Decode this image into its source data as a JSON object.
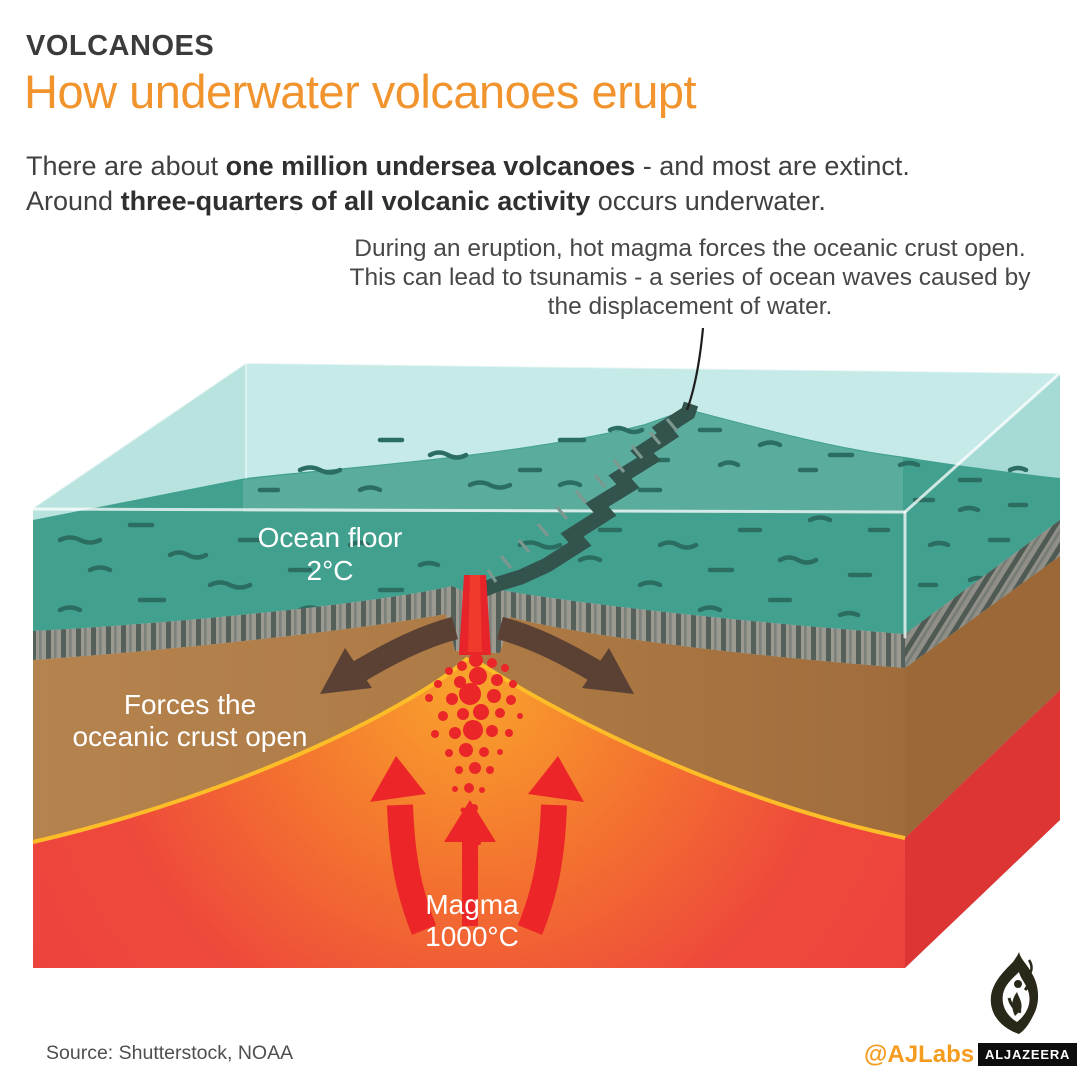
{
  "header": {
    "kicker": "VOLCANOES",
    "title": "How underwater volcanoes erupt"
  },
  "intro": {
    "part1": "There are about ",
    "bold1": "one million undersea volcanoes",
    "part2": " - and most are extinct.",
    "part3": "Around ",
    "bold2": "three-quarters of all volcanic activity",
    "part4": " occurs underwater."
  },
  "annotation": {
    "line1": "During an eruption, hot magma forces the oceanic crust open.",
    "line2": "This can lead to tsunamis - a series of ocean waves caused by",
    "line3": "the displacement of water."
  },
  "diagram": {
    "labels": {
      "ocean_floor": "Ocean floor",
      "ocean_temp": "2°C",
      "forces_line1": "Forces the",
      "forces_line2": "oceanic crust open",
      "magma": "Magma",
      "magma_temp": "1000°C"
    },
    "colors": {
      "accent_orange": "#f1942d",
      "water_top": "#c5eae7",
      "ocean_floor_teal": "#42a08f",
      "floor_dash": "#2b6e61",
      "crust_gray": "#9a9a91",
      "mantle_brown": "#b5834e",
      "chamber_orange": "#f9a42c",
      "magma_red": "#ed423f",
      "chamber_border_yellow": "#fdbd29",
      "arrow_brown": "#5b4134",
      "arrow_red": "#ec2528",
      "crack_dark": "#33534d"
    }
  },
  "footer": {
    "source": "Source: Shutterstock, NOAA",
    "handle": "@AJLabs",
    "network": "ALJAZEERA"
  }
}
